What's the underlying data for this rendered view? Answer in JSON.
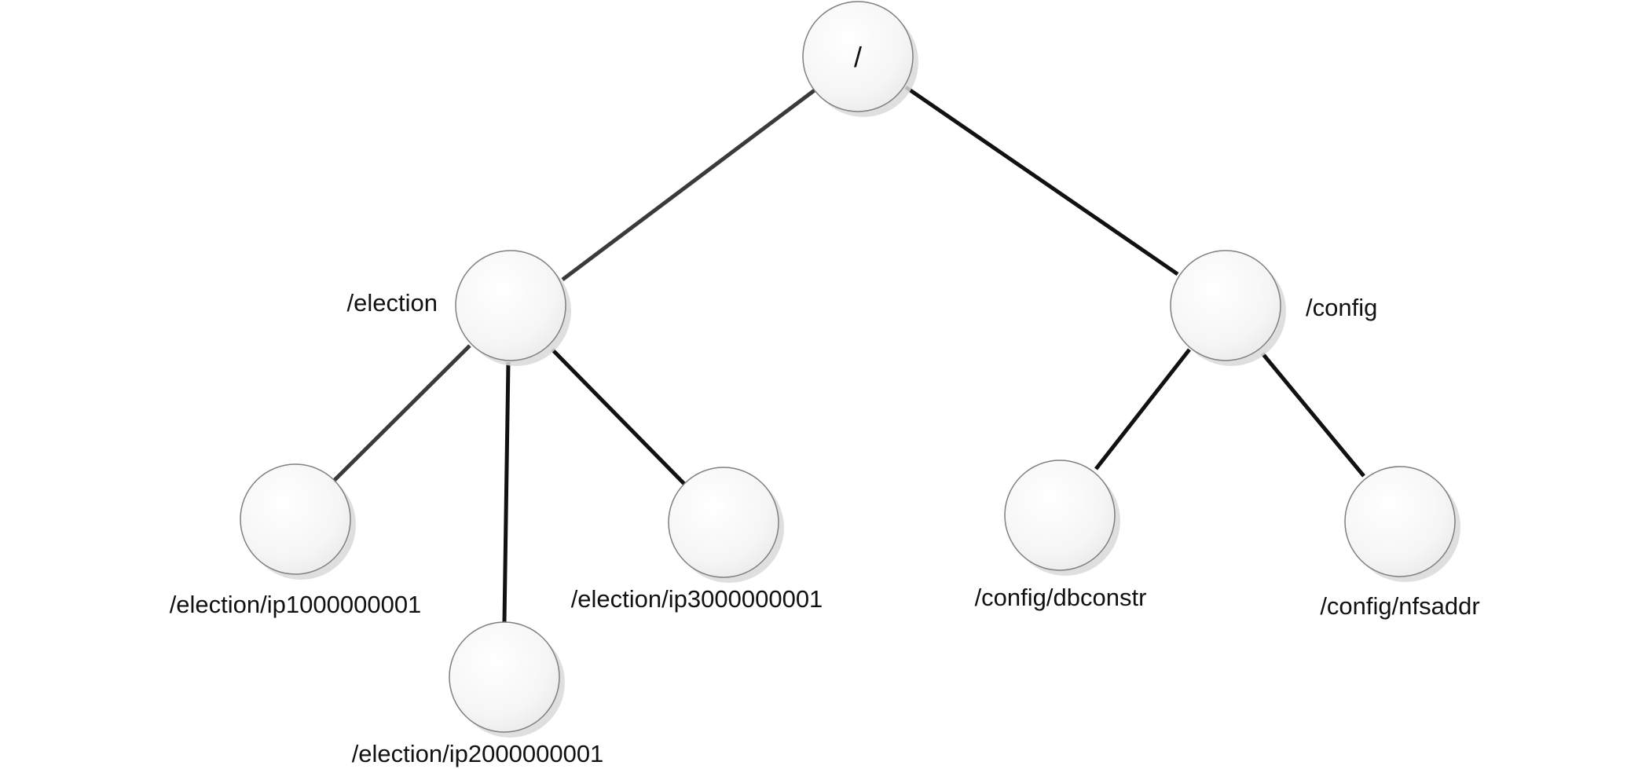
{
  "diagram": {
    "type": "tree",
    "root": "/",
    "nodes": [
      {
        "id": "root",
        "label": "/",
        "parent": null
      },
      {
        "id": "election",
        "label": "/election",
        "parent": "root"
      },
      {
        "id": "config",
        "label": "/config",
        "parent": "root"
      },
      {
        "id": "ip1",
        "label": "/election/ip1000000001",
        "parent": "election"
      },
      {
        "id": "ip2",
        "label": "/election/ip2000000001",
        "parent": "election"
      },
      {
        "id": "ip3",
        "label": "/election/ip3000000001",
        "parent": "election"
      },
      {
        "id": "dbconstr",
        "label": "/config/dbconstr",
        "parent": "config"
      },
      {
        "id": "nfsaddr",
        "label": "/config/nfsaddr",
        "parent": "config"
      }
    ]
  }
}
